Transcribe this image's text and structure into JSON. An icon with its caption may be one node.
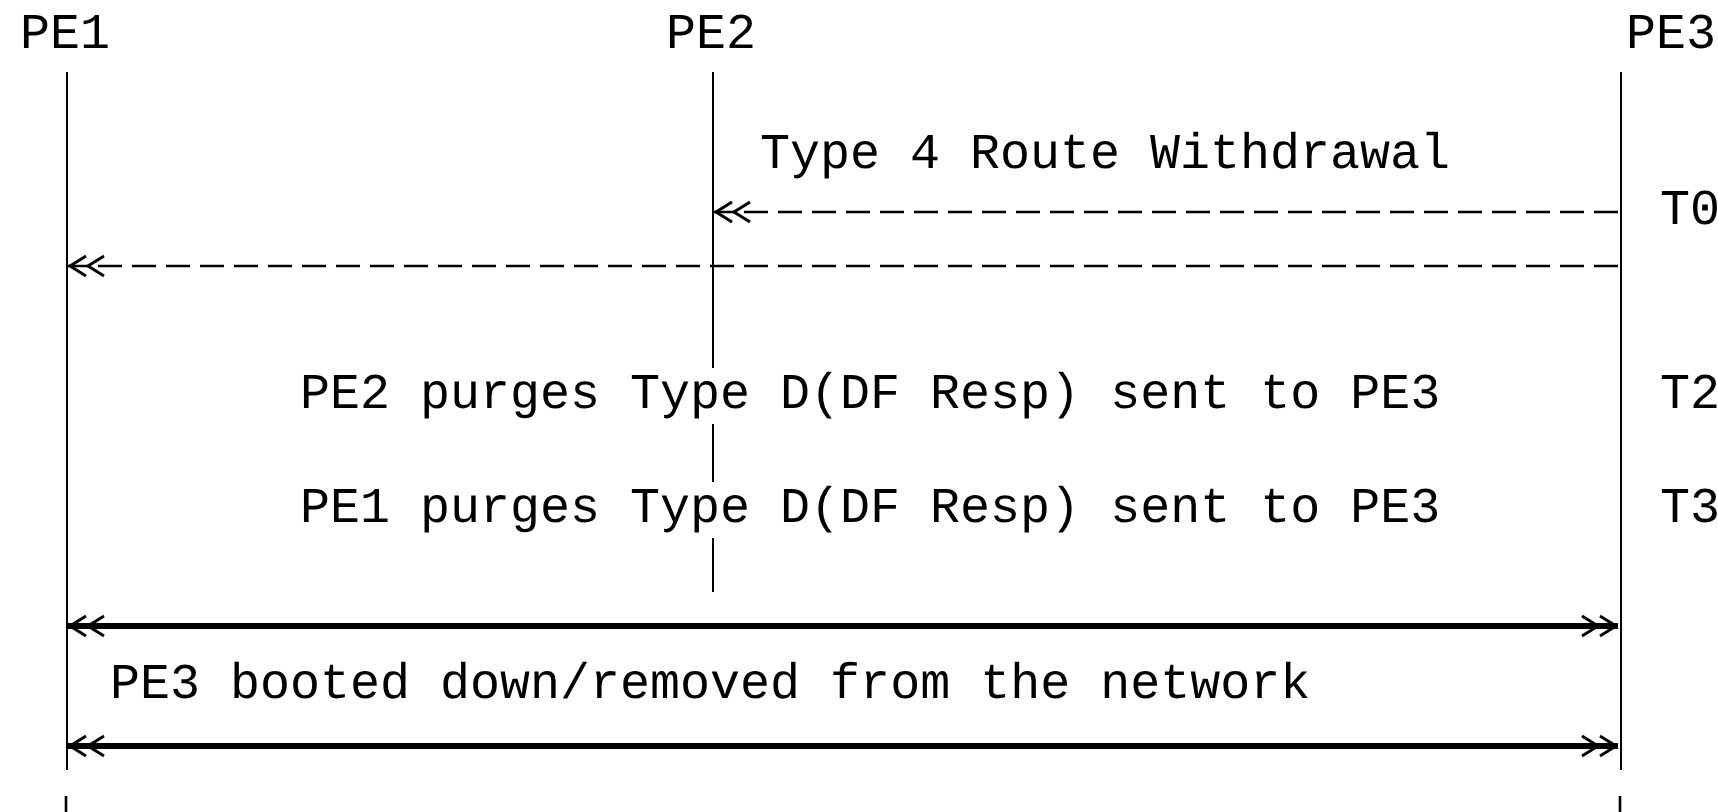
{
  "diagram": {
    "nodes": [
      {
        "text": [
          "PE1"
        ]
      },
      {
        "text": [
          "PE2"
        ]
      },
      {
        "text": [
          "PE3"
        ]
      }
    ],
    "edges": [
      {
        "from": 2,
        "to": 1,
        "arrow": "to",
        "style": "dashed",
        "label": "Type 4 Route Withdrawal"
      },
      {
        "from": 2,
        "to": 0,
        "arrow": "to",
        "style": "dashed"
      },
      {
        "from": 0,
        "to": 2,
        "arrow": "both",
        "style": "thick"
      },
      {
        "from": 0,
        "to": 2,
        "arrow": "both",
        "style": "thick"
      }
    ],
    "labels": [
      "T0",
      "PE2 purges Type D(DF Resp) sent to PE3",
      "T2",
      "PE1 purges Type D(DF Resp) sent to PE3",
      "T3",
      "PE3 booted down/removed from the network"
    ]
  }
}
